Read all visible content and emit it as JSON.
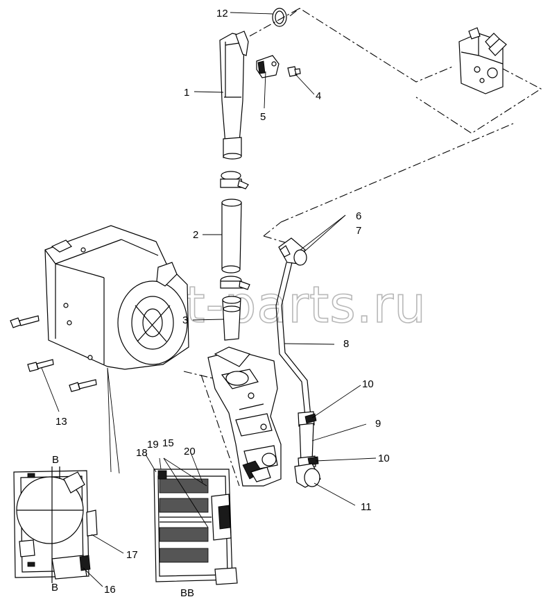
{
  "watermark": "ansat-parts.ru",
  "callouts": [
    {
      "id": "12",
      "label": "12"
    },
    {
      "id": "1",
      "label": "1"
    },
    {
      "id": "5",
      "label": "5"
    },
    {
      "id": "4",
      "label": "4"
    },
    {
      "id": "2",
      "label": "2"
    },
    {
      "id": "3",
      "label": "3"
    },
    {
      "id": "6",
      "label": "6"
    },
    {
      "id": "7",
      "label": "7"
    },
    {
      "id": "8",
      "label": "8"
    },
    {
      "id": "10a",
      "label": "10"
    },
    {
      "id": "9",
      "label": "9"
    },
    {
      "id": "10b",
      "label": "10"
    },
    {
      "id": "11",
      "label": "11"
    },
    {
      "id": "13",
      "label": "13"
    },
    {
      "id": "18",
      "label": "18"
    },
    {
      "id": "19",
      "label": "19"
    },
    {
      "id": "15",
      "label": "15"
    },
    {
      "id": "20",
      "label": "20"
    },
    {
      "id": "17",
      "label": "17"
    },
    {
      "id": "16",
      "label": "16"
    }
  ],
  "section_labels": {
    "b_top": "B",
    "b_bottom": "B",
    "bb": "BB"
  }
}
